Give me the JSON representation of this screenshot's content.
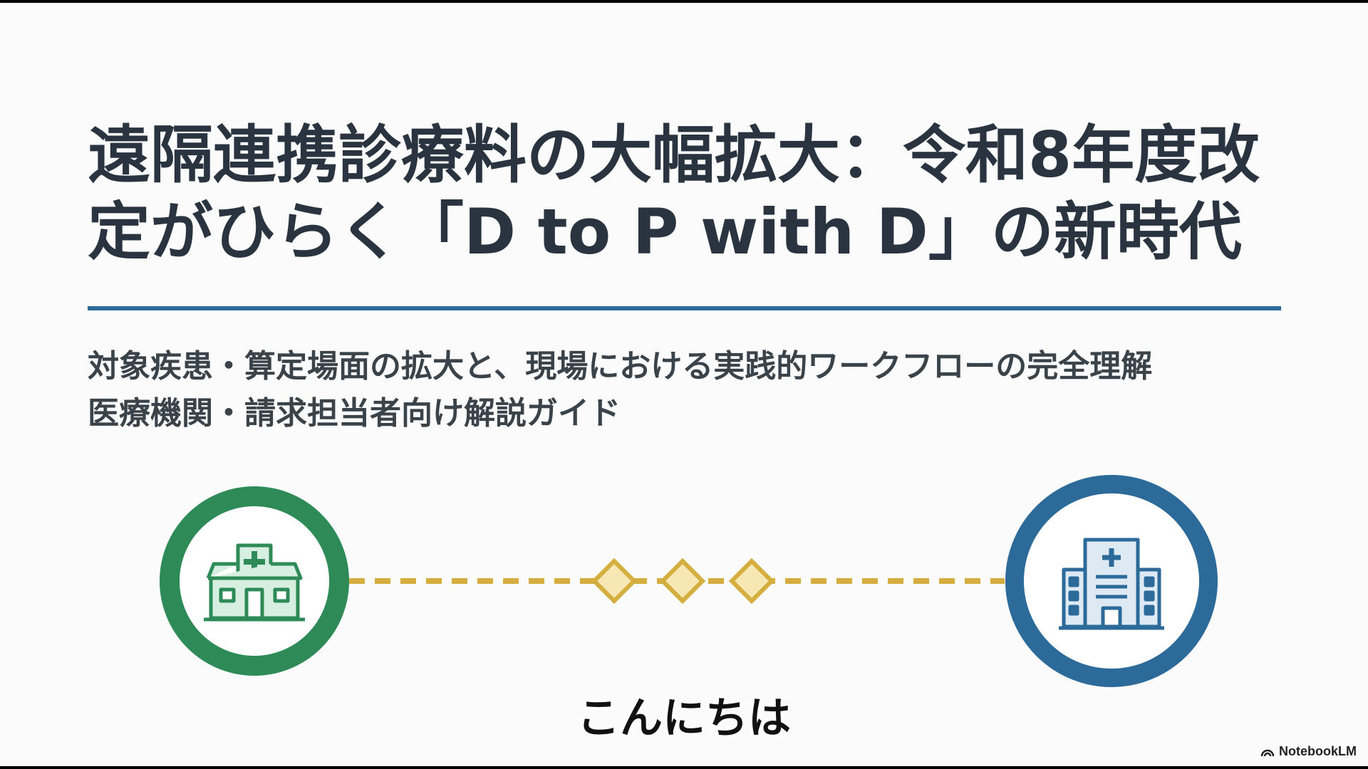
{
  "slide": {
    "title_line1": "遠隔連携診療料の大幅拡大：令和8年度改",
    "title_line2": "定がひらく「D to P with D」の新時代",
    "subtitle_line1": "対象疾患・算定場面の拡大と、現場における実践的ワークフローの完全理解",
    "subtitle_line2": "医療機関・請求担当者向け解説ガイド"
  },
  "diagram": {
    "left_icon": "clinic-icon",
    "right_icon": "hospital-icon",
    "connector_icon": "diamond-icon",
    "colors": {
      "left_ring": "#2e8b57",
      "right_ring": "#2b6a99",
      "connector": "#d4ae3e"
    }
  },
  "caption": {
    "text": "こんにちは"
  },
  "brand": {
    "label": "NotebookLM"
  },
  "colors": {
    "accent_rule": "#2b6a99",
    "title_text": "#2a3440",
    "background": "#fbfbfb"
  }
}
